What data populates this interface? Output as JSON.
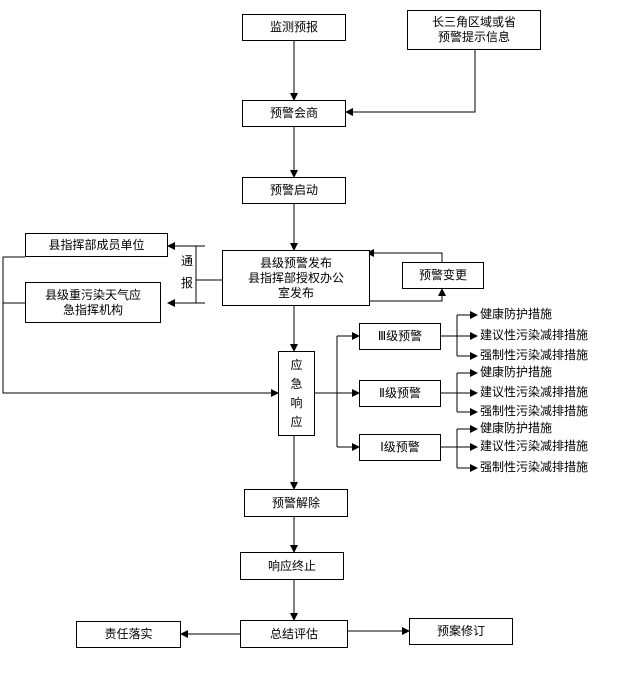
{
  "nodes": {
    "monitor": "监测预报",
    "regional_info": "长三角区域或省\n预警提示信息",
    "consult": "预警会商",
    "start": "预警启动",
    "county_release": "县级预警发布\n县指挥部授权办公\n室发布",
    "change": "预警变更",
    "member_units": "县指挥部成员单位",
    "county_hq": "县级重污染天气应\n急指挥机构",
    "notify": "通\n报",
    "response": "应\n急\n响\n应",
    "level3": "Ⅲ级预警",
    "level2": "Ⅱ级预警",
    "level1": "Ⅰ级预警",
    "release": "预警解除",
    "terminate": "响应终止",
    "summary": "总结评估",
    "accountability": "责任落实",
    "revision": "预案修订"
  },
  "measures": {
    "health": "健康防护措施",
    "suggested": "建议性污染减排措施",
    "mandatory": "强制性污染减排措施"
  }
}
